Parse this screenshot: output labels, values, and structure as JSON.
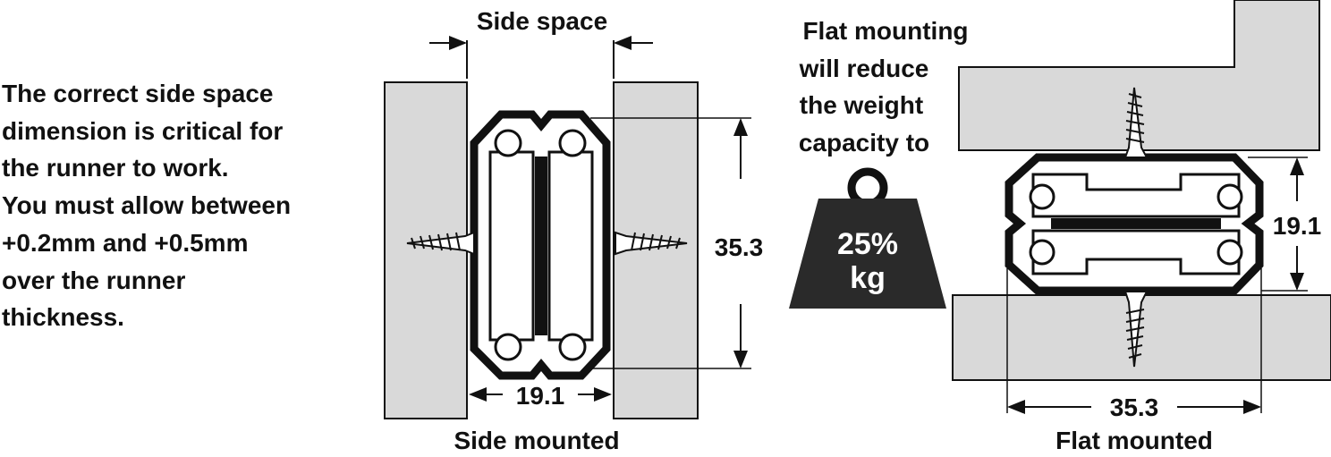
{
  "note": {
    "lines": [
      "The correct side space",
      "dimension is critical for",
      "the runner to work.",
      "You must allow between",
      "+0.2mm and +0.5mm",
      "over the runner",
      "thickness."
    ]
  },
  "side": {
    "title": "Side space",
    "height_dim": "35.3",
    "width_dim": "19.1",
    "caption": "Side mounted"
  },
  "flat": {
    "note_lines": [
      "Flat mounting",
      "will reduce",
      "the weight",
      "capacity to"
    ],
    "weight_percent": "25%",
    "weight_unit": "kg",
    "height_dim": "19.1",
    "width_dim": "35.3",
    "caption": "Flat mounted"
  },
  "colors": {
    "panel": "#d9d9d9",
    "ink": "#111111"
  }
}
